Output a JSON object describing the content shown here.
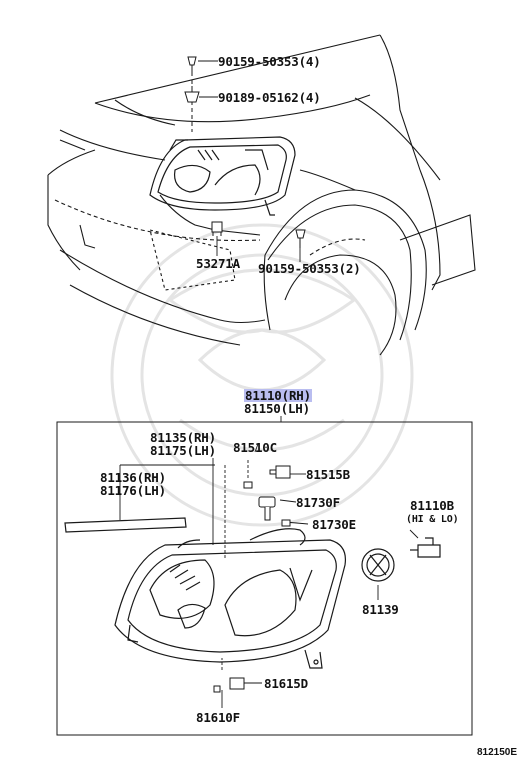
{
  "labels": {
    "bolt_top": "90159-50353(4)",
    "clip_top": "90189-05162(4)",
    "clip_mid": "53271A",
    "bolt_mid": "90159-50353(2)",
    "assy_rh": "81110(RH)",
    "assy_lh": "81150(LH)",
    "part_81135": "81135(RH)",
    "part_81175": "81175(LH)",
    "part_81136": "81136(RH)",
    "part_81176": "81176(LH)",
    "part_81510c": "81510C",
    "part_81515b": "81515B",
    "part_81730f": "81730F",
    "part_81730e": "81730E",
    "part_81110b": "81110B",
    "part_81110b_note": "(HI & LO)",
    "part_81139": "81139",
    "part_81615d": "81615D",
    "part_81610f": "81610F"
  },
  "diagram_code": "812150E",
  "colors": {
    "highlight": "#b9bdf0",
    "line": "#1a1a1a",
    "watermark": "#e6e6e6"
  }
}
